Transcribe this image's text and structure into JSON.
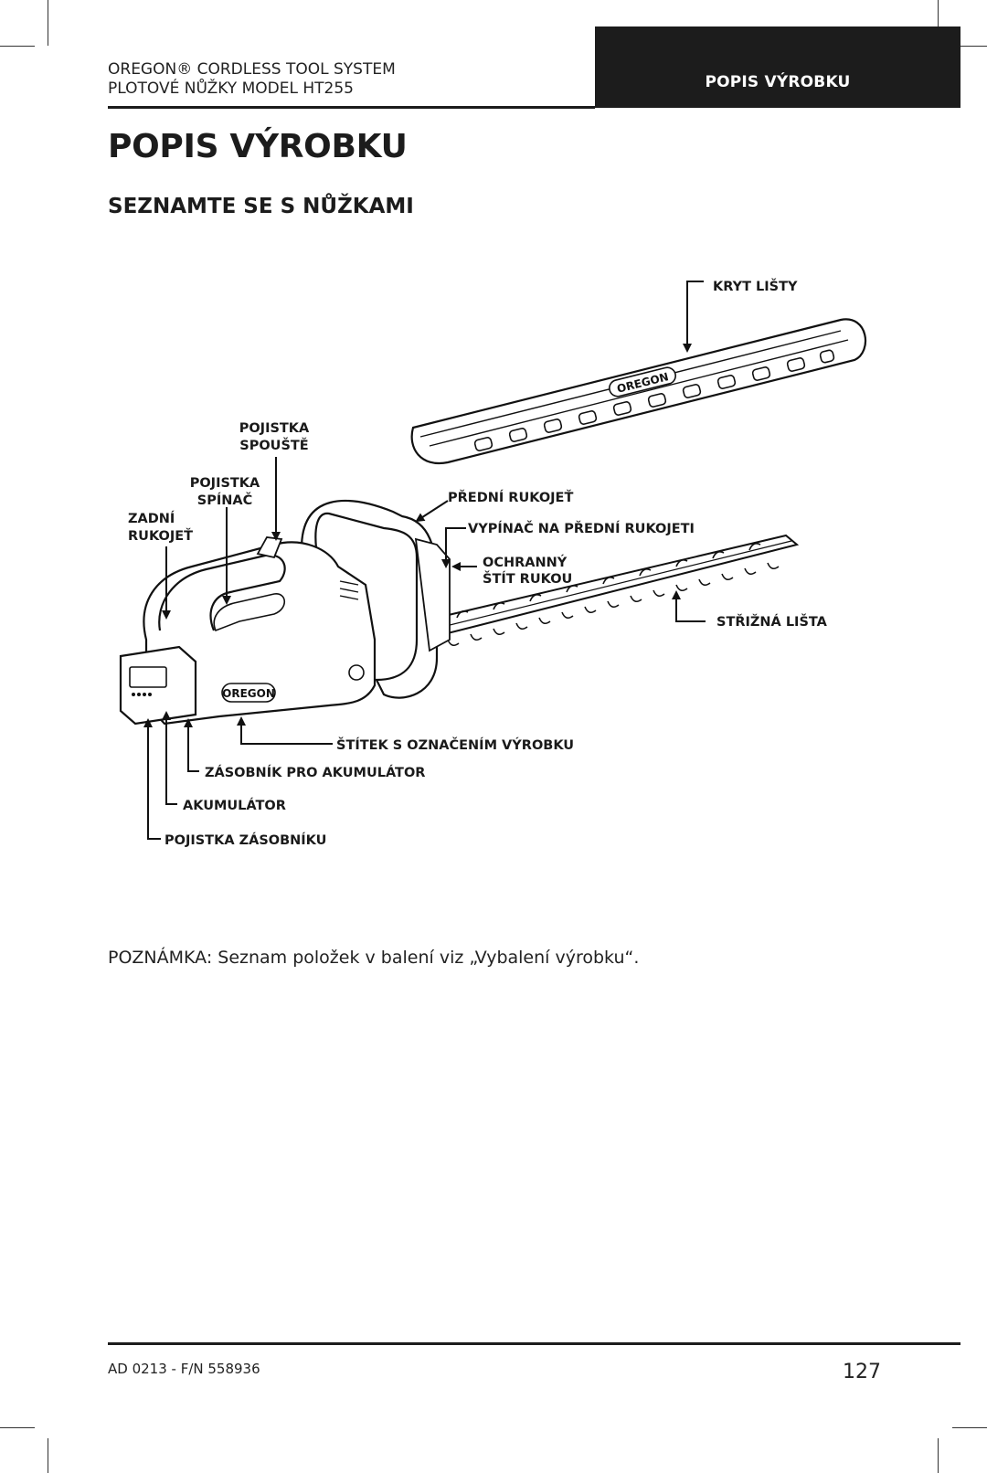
{
  "header": {
    "line1": "OREGON® CORDLESS TOOL SYSTEM",
    "line2": "PLOTOVÉ NŮŽKY MODEL HT255",
    "section_tab": "POPIS VÝROBKU"
  },
  "title": "POPIS VÝROBKU",
  "subtitle": "SEZNAMTE SE S NŮŽKAMI",
  "diagram": {
    "brand_logo": "OREGON",
    "labels": {
      "kryt_listy": "KRYT LIŠTY",
      "pojistka_spouste_1": "POJISTKA",
      "pojistka_spouste_2": "SPOUŠTĚ",
      "pojistka_spinac_1": "POJISTKA",
      "pojistka_spinac_2": "SPÍNAČ",
      "zadni_rukojet_1": "ZADNÍ",
      "zadni_rukojet_2": "RUKOJEŤ",
      "predni_rukojet": "PŘEDNÍ RUKOJEŤ",
      "vypinac": "VYPÍNAČ NA PŘEDNÍ RUKOJETI",
      "ochranny_stit_1": "OCHRANNÝ",
      "ochranny_stit_2": "ŠTÍT RUKOU",
      "strizna_lista": "STŘIŽNÁ LIŠTA",
      "stitek": "ŠTÍTEK S OZNAČENÍM VÝROBKU",
      "zasobnik": "ZÁSOBNÍK PRO AKUMULÁTOR",
      "akumulator": "AKUMULÁTOR",
      "pojistka_zasobniku": "POJISTKA ZÁSOBNÍKU"
    }
  },
  "note": "POZNÁMKA: Seznam položek v balení viz „Vybalení výrobku“.",
  "footer": {
    "code": "AD 0213 - F/N 558936",
    "page_number": "127"
  }
}
